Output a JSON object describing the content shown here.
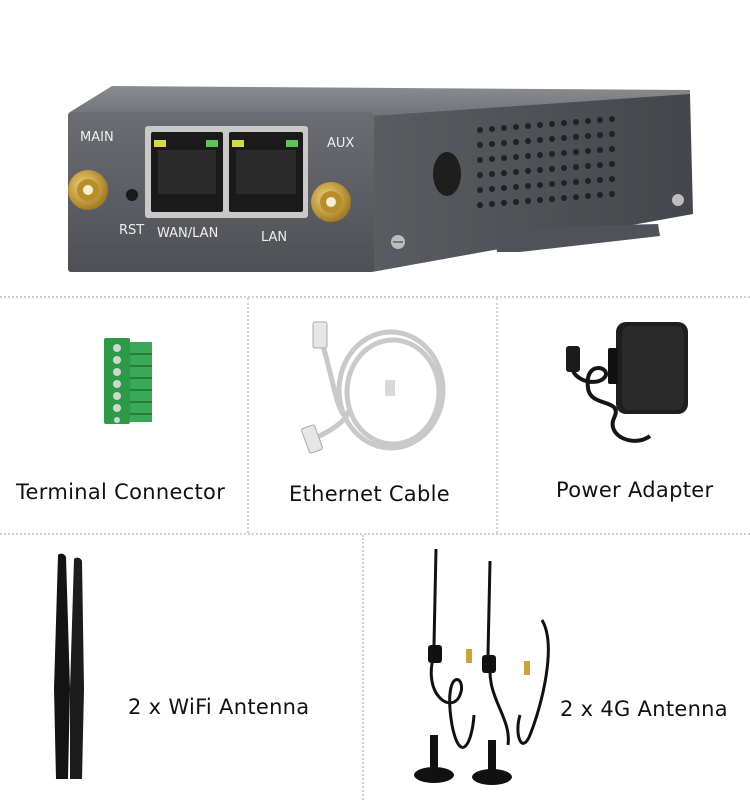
{
  "router": {
    "labels": {
      "main": "MAIN",
      "aux": "AUX",
      "rst": "RST",
      "wan_lan": "WAN/LAN",
      "lan": "LAN"
    }
  },
  "accessories": [
    {
      "name": "Terminal Connector",
      "icon": "terminal-connector-icon"
    },
    {
      "name": "Ethernet Cable",
      "icon": "ethernet-cable-icon"
    },
    {
      "name": "Power Adapter",
      "icon": "power-adapter-icon"
    },
    {
      "name": "2 x WiFi Antenna",
      "icon": "wifi-antenna-icon"
    },
    {
      "name": "2 x 4G Antenna",
      "icon": "4g-antenna-icon"
    }
  ],
  "colors": {
    "router_body": "#5f6166",
    "divider": "#cfcfe0",
    "connector_green": "#2e9a48",
    "brass": "#c9a23a"
  }
}
